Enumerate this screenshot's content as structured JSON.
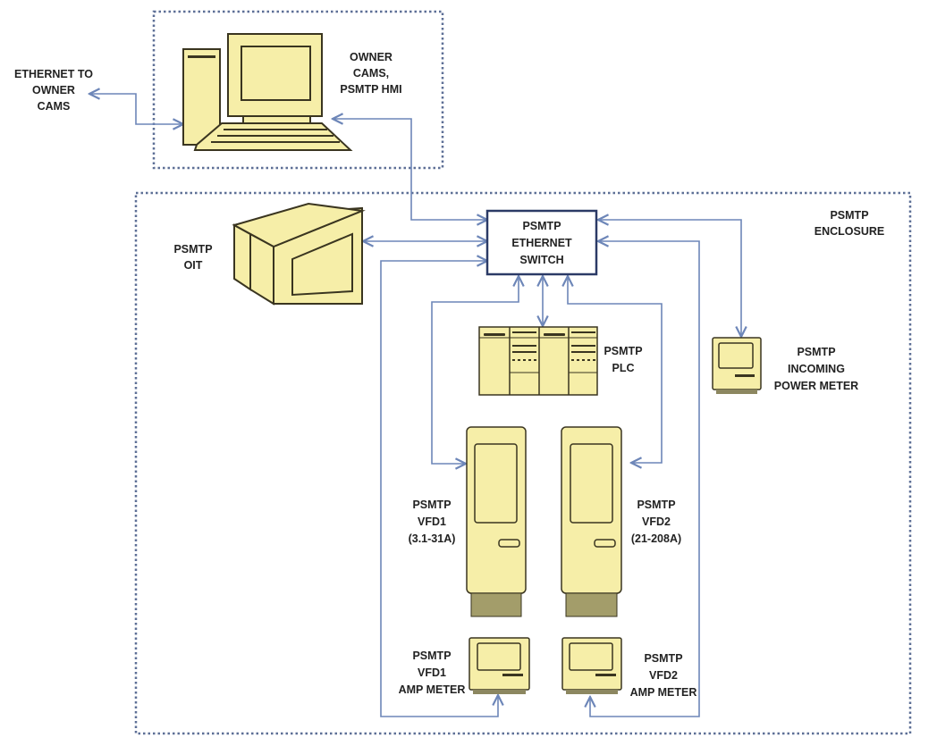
{
  "colors": {
    "wire": "#6d86b8",
    "device_fill": "#f6eea8",
    "device_outline": "#3a3520",
    "switch_border": "#2b3a66",
    "boundary": "#5d6f96"
  },
  "labels": {
    "ethernet": [
      "ETHERNET TO",
      "OWNER",
      "CAMS"
    ],
    "hmi": [
      "OWNER",
      "CAMS,",
      "PSMTP HMI"
    ],
    "enclosure": [
      "PSMTP",
      "ENCLOSURE"
    ],
    "oit": [
      "PSMTP",
      "OIT"
    ],
    "switch": [
      "PSMTP",
      "ETHERNET",
      "SWITCH"
    ],
    "plc": [
      "PSMTP",
      "PLC"
    ],
    "power_meter": [
      "PSMTP",
      "INCOMING",
      "POWER METER"
    ],
    "vfd1": [
      "PSMTP",
      "VFD1",
      "(3.1-31A)"
    ],
    "vfd2": [
      "PSMTP",
      "VFD2",
      "(21-208A)"
    ],
    "vfd1_amp": [
      "PSMTP",
      "VFD1",
      "AMP METER"
    ],
    "vfd2_amp": [
      "PSMTP",
      "VFD2",
      "AMP METER"
    ]
  }
}
